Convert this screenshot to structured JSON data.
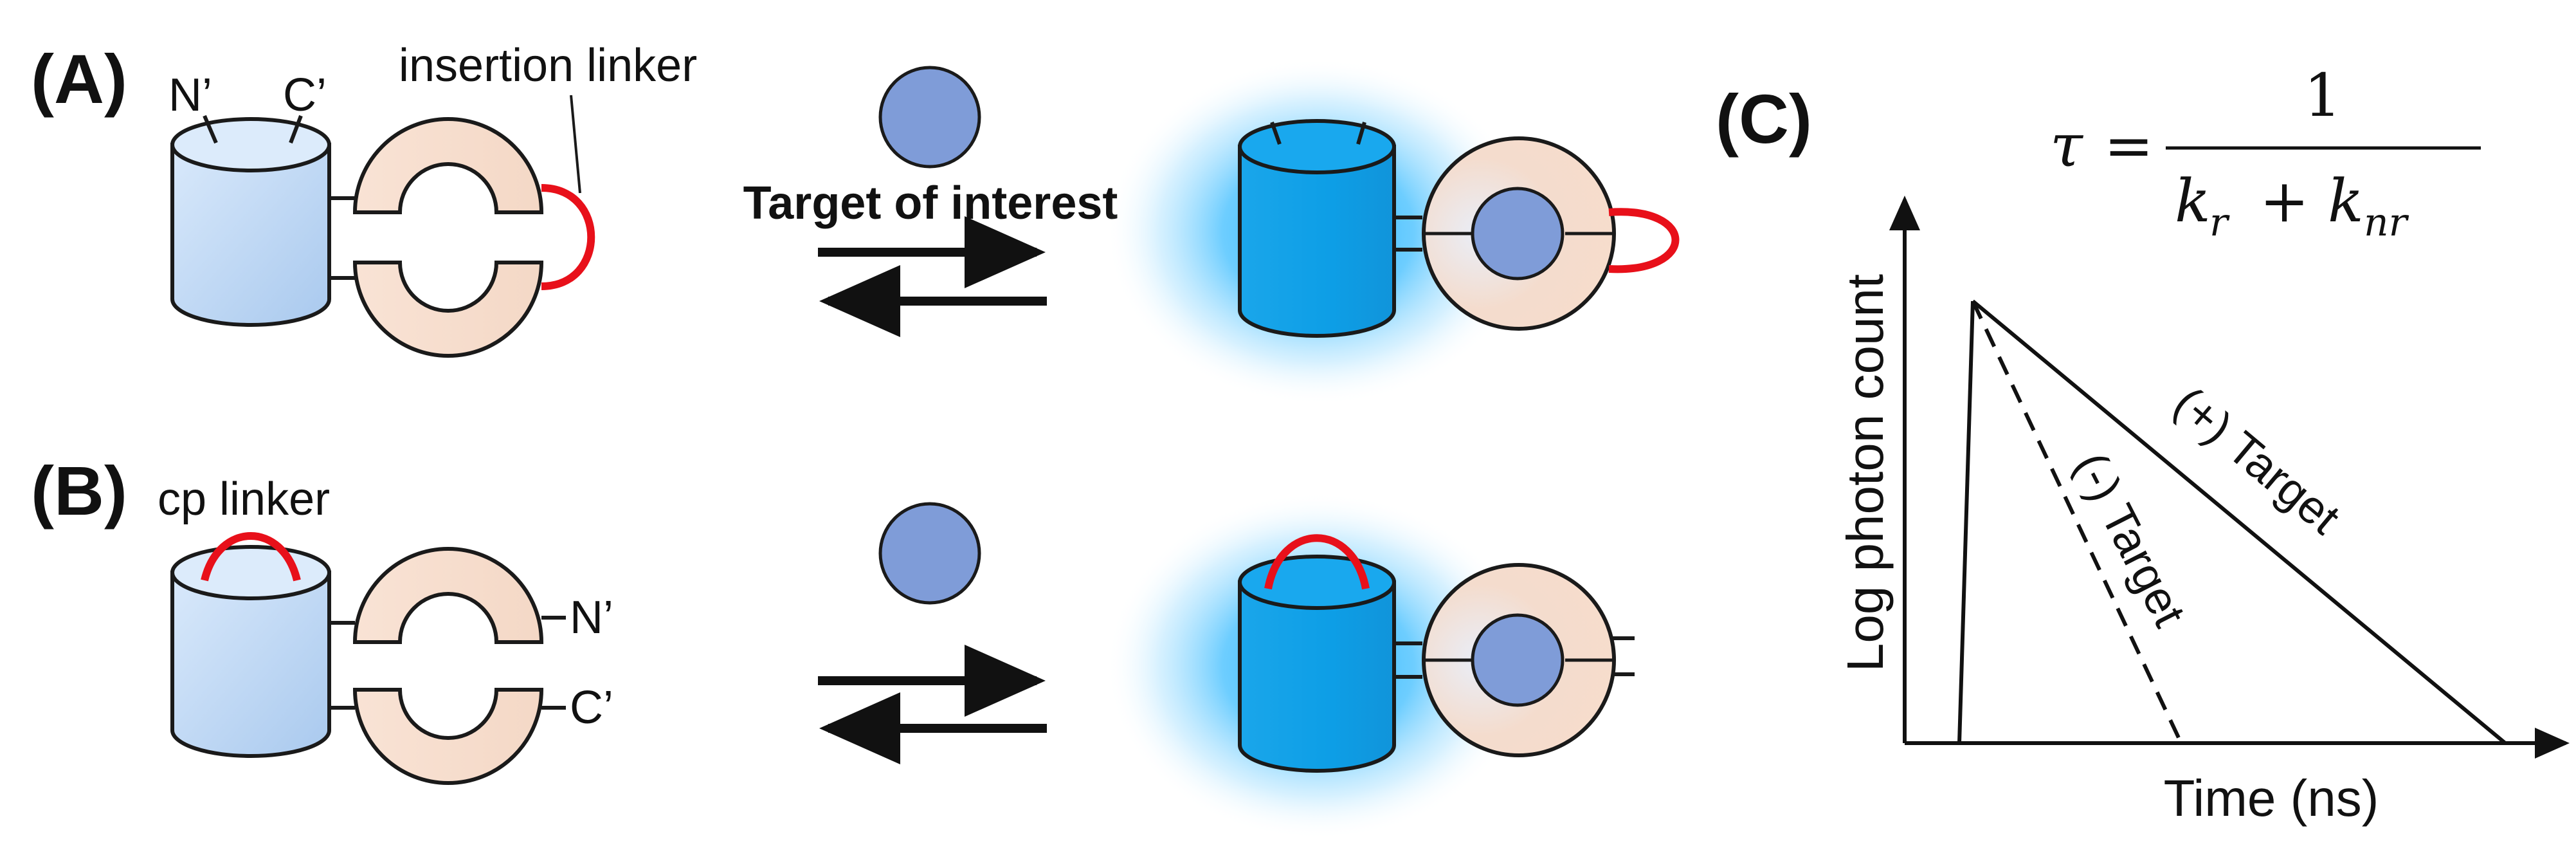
{
  "panels": {
    "a": {
      "label": "(A)",
      "terminus_n": "N’",
      "terminus_c": "C’",
      "linker_label": "insertion linker",
      "target_label": "Target of interest"
    },
    "b": {
      "label": "(B)",
      "linker_label": "cp linker",
      "terminus_n": "N’",
      "terminus_c": "C’"
    },
    "c": {
      "label": "(C)",
      "equation": {
        "lhs": "τ",
        "equals": "=",
        "numerator": "1",
        "k1": "k",
        "k1_sub": "r",
        "plus": "+",
        "k2": "k",
        "k2_sub": "nr"
      },
      "ylabel": "Log photon count",
      "xlabel": "Time (ns)",
      "line_minus": "(-) Target",
      "line_plus": "(+) Target"
    }
  },
  "colors": {
    "barrel_light": "#c5dcf5",
    "barrel_bright": "#12a4ea",
    "glow": "#2fb5ff",
    "domain_fill": "#f7ded0",
    "target_fill": "#7f9cd8",
    "linker": "#e8101a",
    "stroke": "#1a1a1a"
  }
}
